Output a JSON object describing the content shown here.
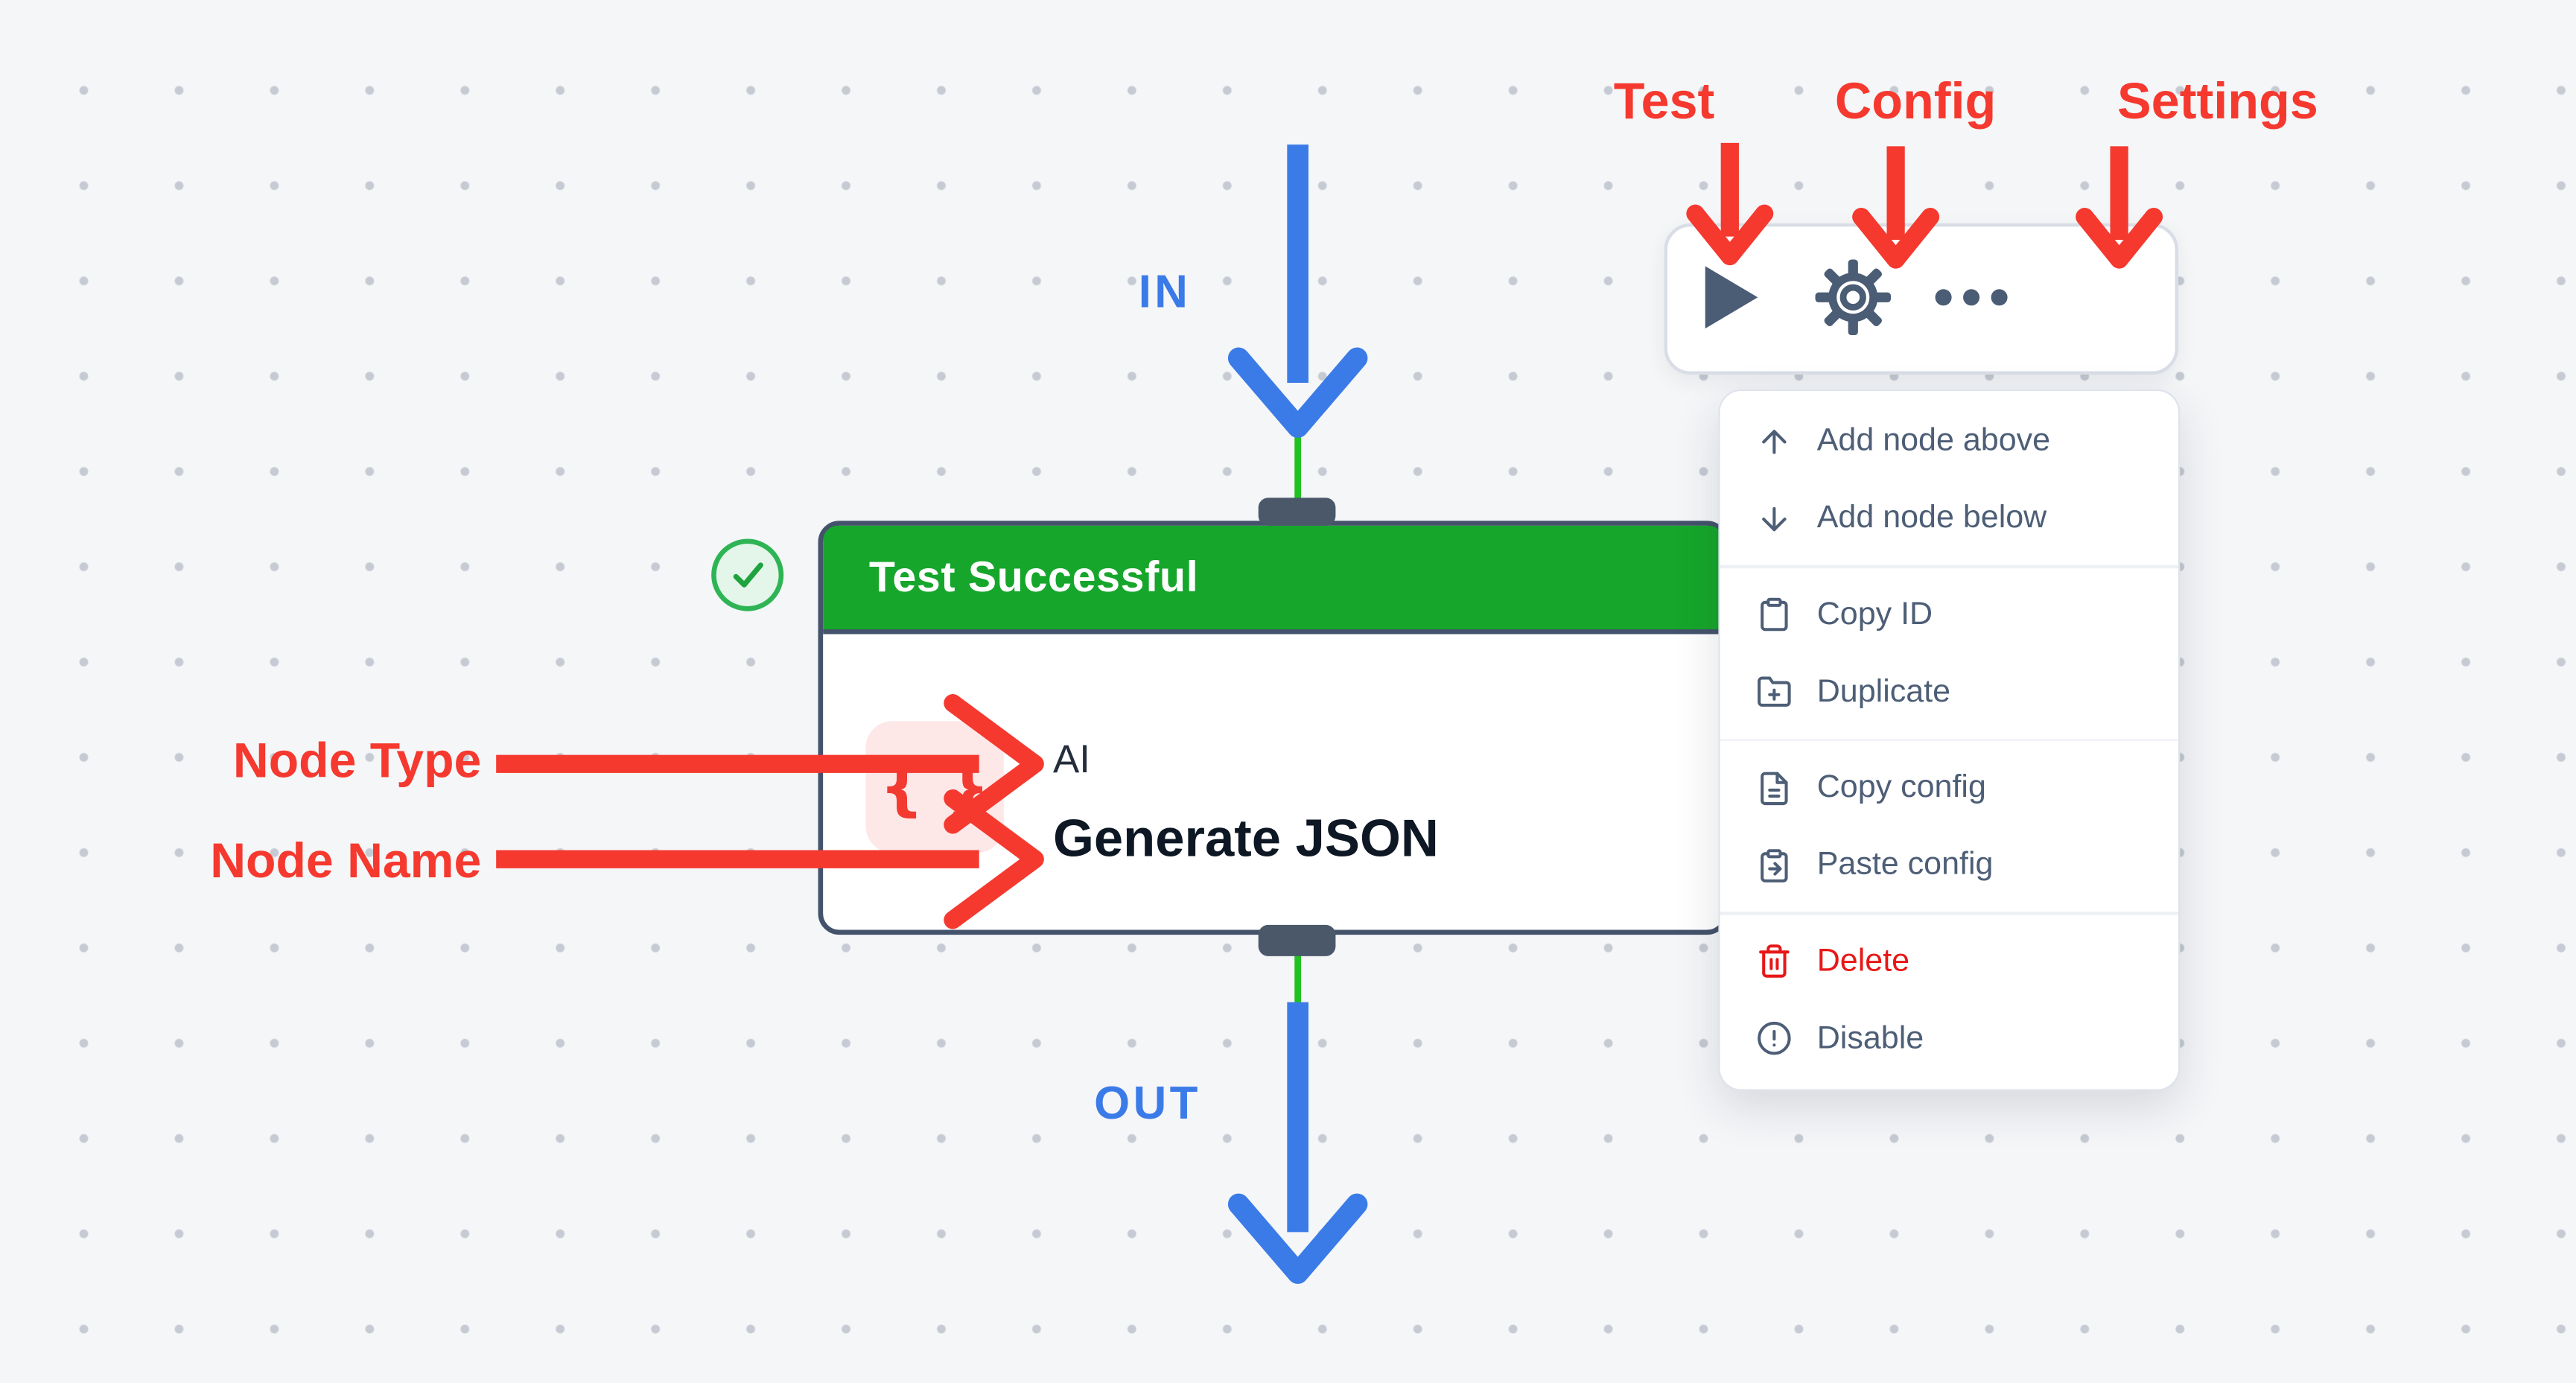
{
  "flow": {
    "in_label": "IN",
    "out_label": "OUT",
    "line_color": "#22c122",
    "arrow_color": "#3b7be8"
  },
  "node": {
    "status": "Test Successful",
    "status_color": "#16a62b",
    "type_icon": "{ }",
    "type": "AI",
    "name": "Generate JSON"
  },
  "toolbar": {
    "icons": [
      "play-icon",
      "gear-icon",
      "ellipsis-icon"
    ]
  },
  "annotations": {
    "accent_color": "#f5392f",
    "toolbar_callouts": [
      {
        "label": "Test"
      },
      {
        "label": "Config"
      },
      {
        "label": "Settings"
      }
    ],
    "node_callouts": [
      {
        "label": "Node Type"
      },
      {
        "label": "Node Name"
      }
    ]
  },
  "context_menu": {
    "groups": [
      [
        {
          "icon": "arrow-up",
          "label": "Add node above"
        },
        {
          "icon": "arrow-down",
          "label": "Add node below"
        }
      ],
      [
        {
          "icon": "clipboard",
          "label": "Copy ID"
        },
        {
          "icon": "folder-plus",
          "label": "Duplicate"
        }
      ],
      [
        {
          "icon": "file-text",
          "label": "Copy config"
        },
        {
          "icon": "clipboard-paste",
          "label": "Paste config"
        }
      ],
      [
        {
          "icon": "trash",
          "label": "Delete"
        },
        {
          "icon": "alert-circle",
          "label": "Disable"
        }
      ]
    ]
  }
}
